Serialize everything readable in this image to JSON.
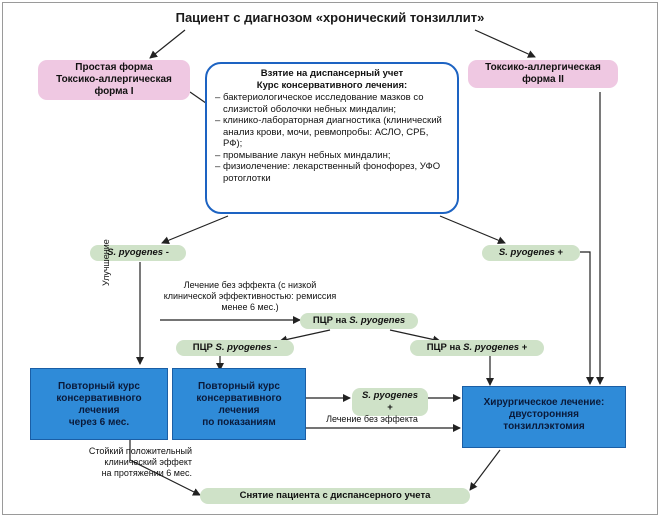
{
  "title": "Пациент с диагнозом «хронический тонзиллит»",
  "forms": {
    "simple_line1": "Простая форма",
    "simple_line2": "Токсико-аллергическая форма I",
    "toxic_line1": "Токсико-аллергическая",
    "toxic_line2": "форма II"
  },
  "dispensary": {
    "line1": "Взятие на диспансерный учет",
    "line2": "Курс консервативного лечения:",
    "items": [
      "бактериологическое исследование мазков со слизистой оболочки небных миндалин;",
      "клинико-лабораторная диагностика (клинический анализ крови, мочи, ревмопробы: АСЛО, СРБ, РФ);",
      "промывание лакун небных миндалин;",
      "физиолечение: лекарственный фонофорез, УФО ротоглотки"
    ]
  },
  "spyog_neg_top": {
    "name": "S. pyogenes",
    "suffix": " -"
  },
  "spyog_pos_top": {
    "name": "S. pyogenes",
    "suffix": " +"
  },
  "no_effect_low": "Лечение без эффекта (с низкой клинической эффективностью: ремиссия менее 6 мес.)",
  "improvement": "Улучшение",
  "pcr_top": {
    "prefix": "ПЦР на ",
    "name": "S. pyogenes"
  },
  "pcr_neg": {
    "prefix": "ПЦР ",
    "name": "S. pyogenes",
    "suffix": " -"
  },
  "pcr_pos": {
    "prefix": "ПЦР на ",
    "name": "S. pyogenes",
    "suffix": " +"
  },
  "repeat_6": {
    "line1": "Повторный курс",
    "line2": "консервативного лечения",
    "line3": "через 6 мес."
  },
  "repeat_ind": {
    "line1": "Повторный курс",
    "line2": "консервативного лечения",
    "line3": "по показаниям"
  },
  "spyog_pos_mid": {
    "name": "S. pyogenes",
    "suffix": " +"
  },
  "no_effect": "Лечение без эффекта",
  "surgery": {
    "line1": "Хирургическое лечение:",
    "line2": "двусторонняя тонзиллэктомия"
  },
  "stable": {
    "line1": "Стойкий положительный",
    "line2": "клинический эффект",
    "line3": "на протяжении 6 мес."
  },
  "removal": "Снятие пациента с диспансерного учета",
  "colors": {
    "pink": "#efc8e2",
    "green": "#cfe2c8",
    "blue": "#2f8bd8",
    "border": "#1d63c2"
  }
}
